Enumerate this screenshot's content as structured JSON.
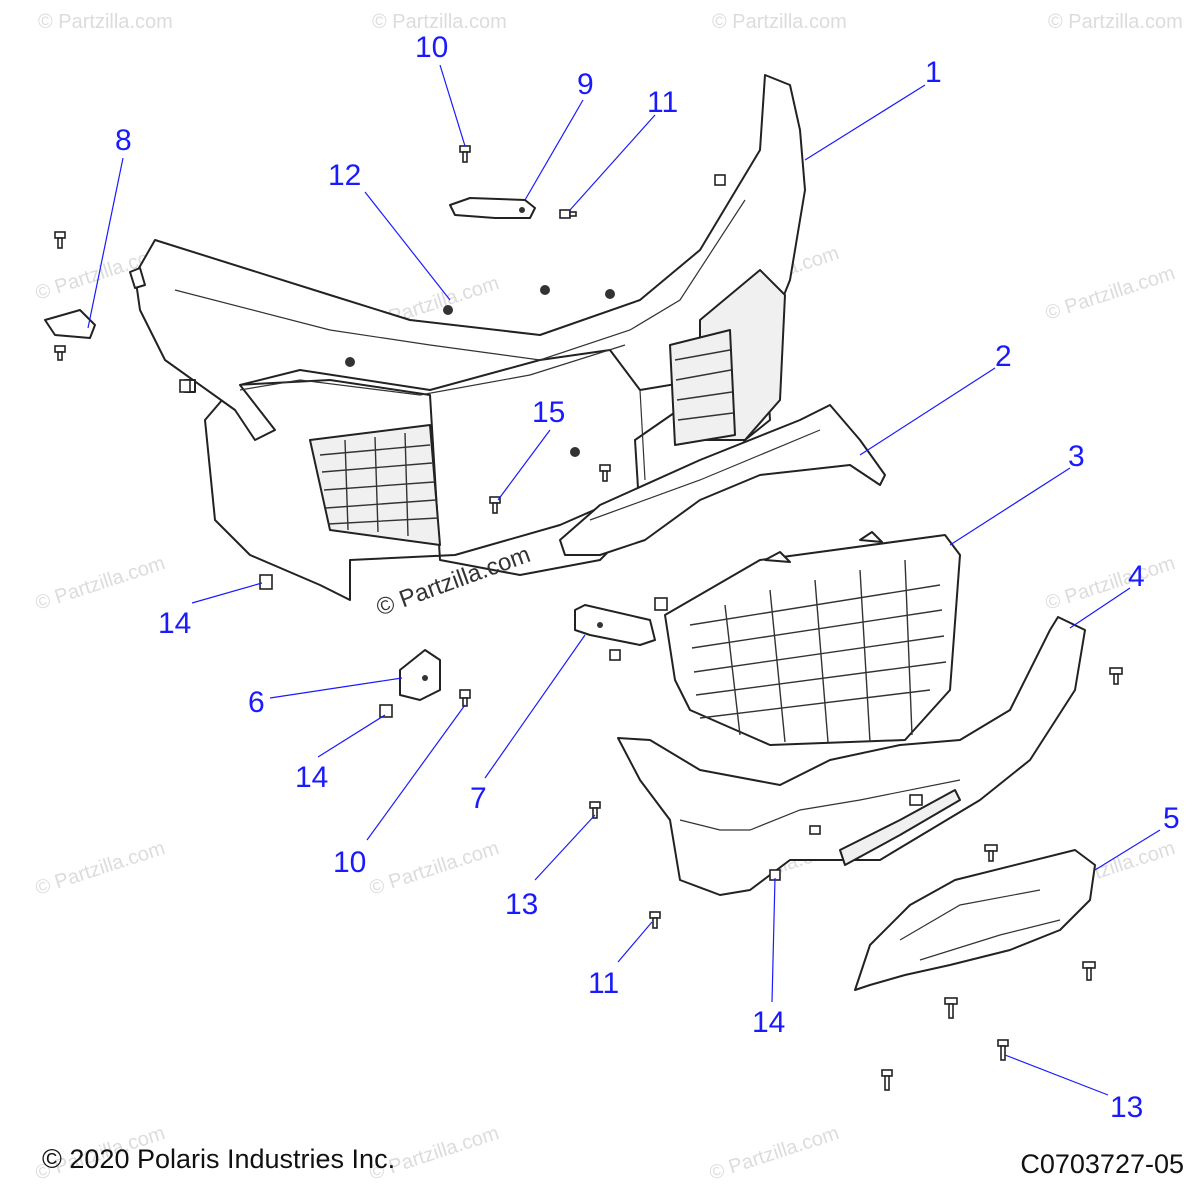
{
  "watermark": "© Partzilla.com",
  "center_watermark": "© Partzilla.com",
  "callouts": [
    "1",
    "2",
    "3",
    "4",
    "5",
    "6",
    "7",
    "8",
    "9",
    "10",
    "10",
    "11",
    "11",
    "12",
    "13",
    "13",
    "14",
    "14",
    "14",
    "15"
  ],
  "copyright": "© 2020 Polaris Industries Inc.",
  "diagram_code": "C0703727-05",
  "colors": {
    "callout": "#1a1aff",
    "line": "#222222",
    "watermark": "#dcdcdc"
  }
}
